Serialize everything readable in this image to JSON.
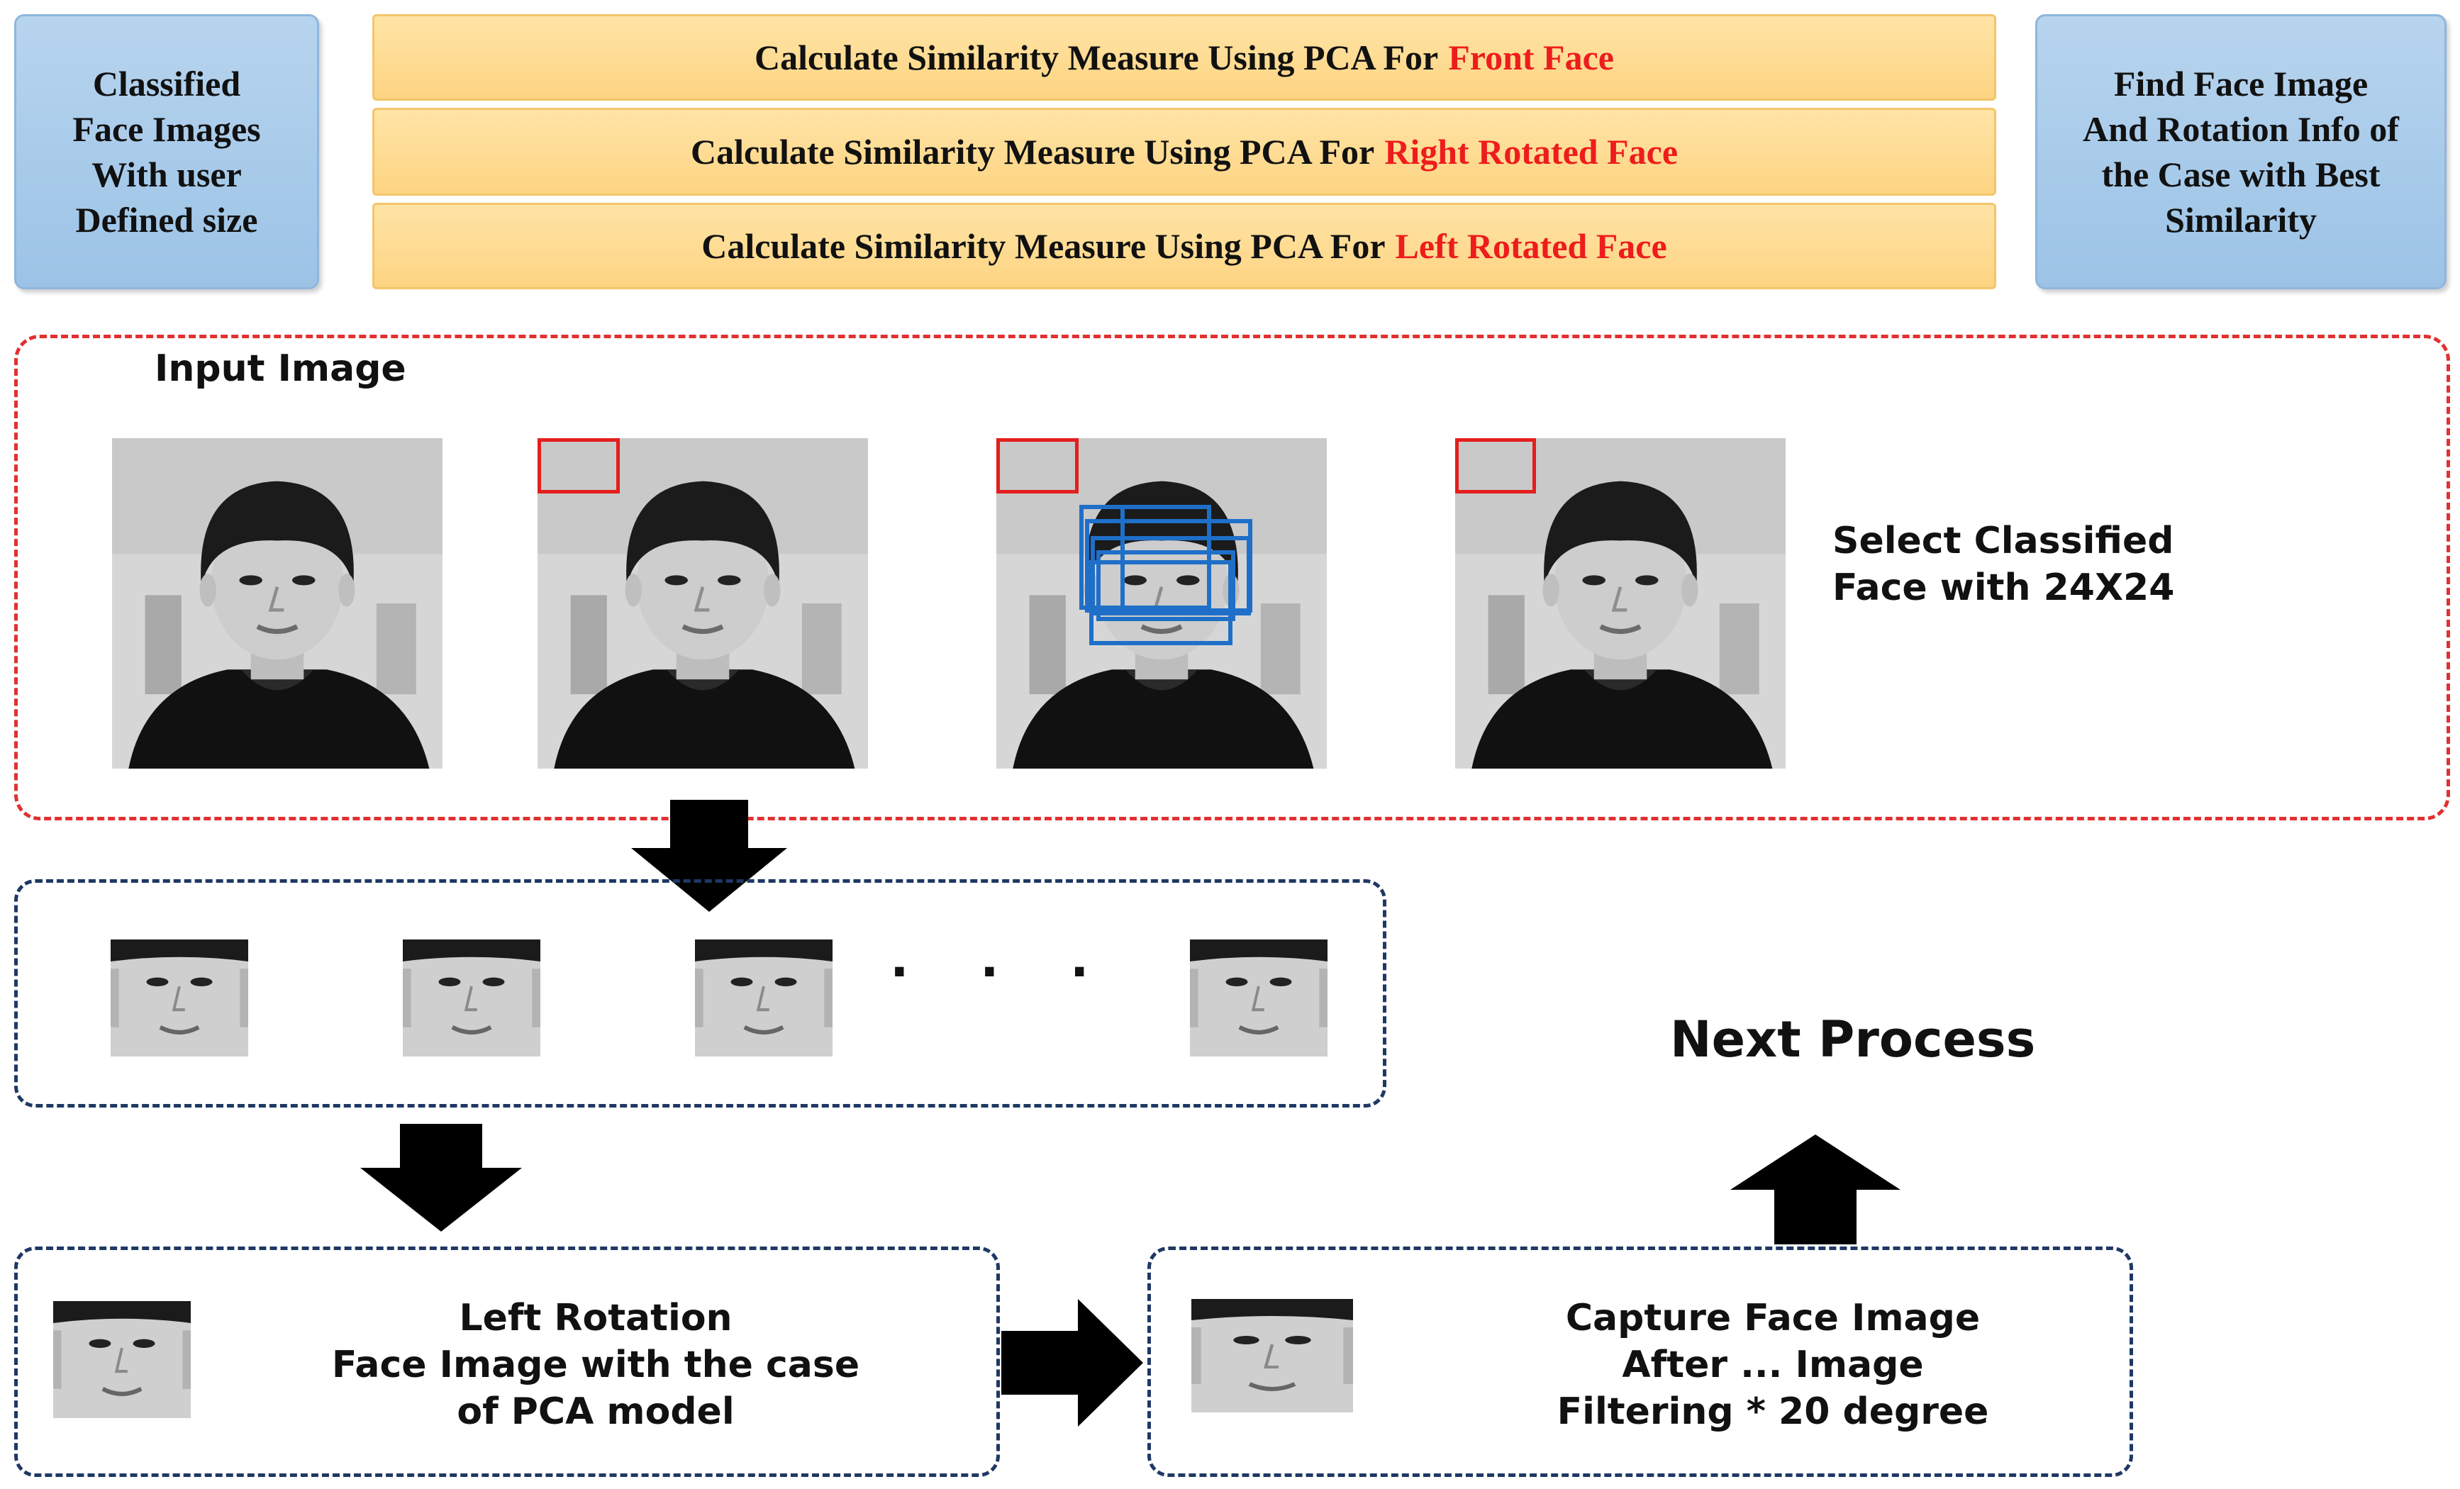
{
  "top": {
    "left_box": [
      "Classified",
      "Face Images",
      "With user",
      "Defined size"
    ],
    "right_box": [
      "Find Face Image",
      "And Rotation Info of",
      "the Case with Best",
      "Similarity"
    ],
    "bars": [
      {
        "prefix": "Calculate Similarity Measure Using PCA For",
        "highlight": "Front Face"
      },
      {
        "prefix": "Calculate Similarity Measure Using PCA For",
        "highlight": "Right Rotated Face"
      },
      {
        "prefix": "Calculate Similarity Measure Using PCA For",
        "highlight": "Left Rotated Face"
      }
    ]
  },
  "input_panel": {
    "title": "Input Image",
    "side_text": [
      "Select Classified",
      "Face with 24X24"
    ]
  },
  "crops_panel": {
    "ellipsis": "· · ·"
  },
  "left_rotation_panel": {
    "text": [
      "Left Rotation",
      "Face Image with the case",
      "of PCA model"
    ]
  },
  "capture_panel": {
    "text": [
      "Capture Face Image",
      "After ... Image",
      "Filtering * 20 degree"
    ]
  },
  "next_process": "Next Process",
  "colors": {
    "highlight_red": "#ee1c1c",
    "red_dash": "#e23030",
    "navy_dash": "#1f3864",
    "blue_box": "#9cc3e6",
    "yellow_bar": "#fdd482",
    "detect_blue": "#1f6fc8"
  }
}
